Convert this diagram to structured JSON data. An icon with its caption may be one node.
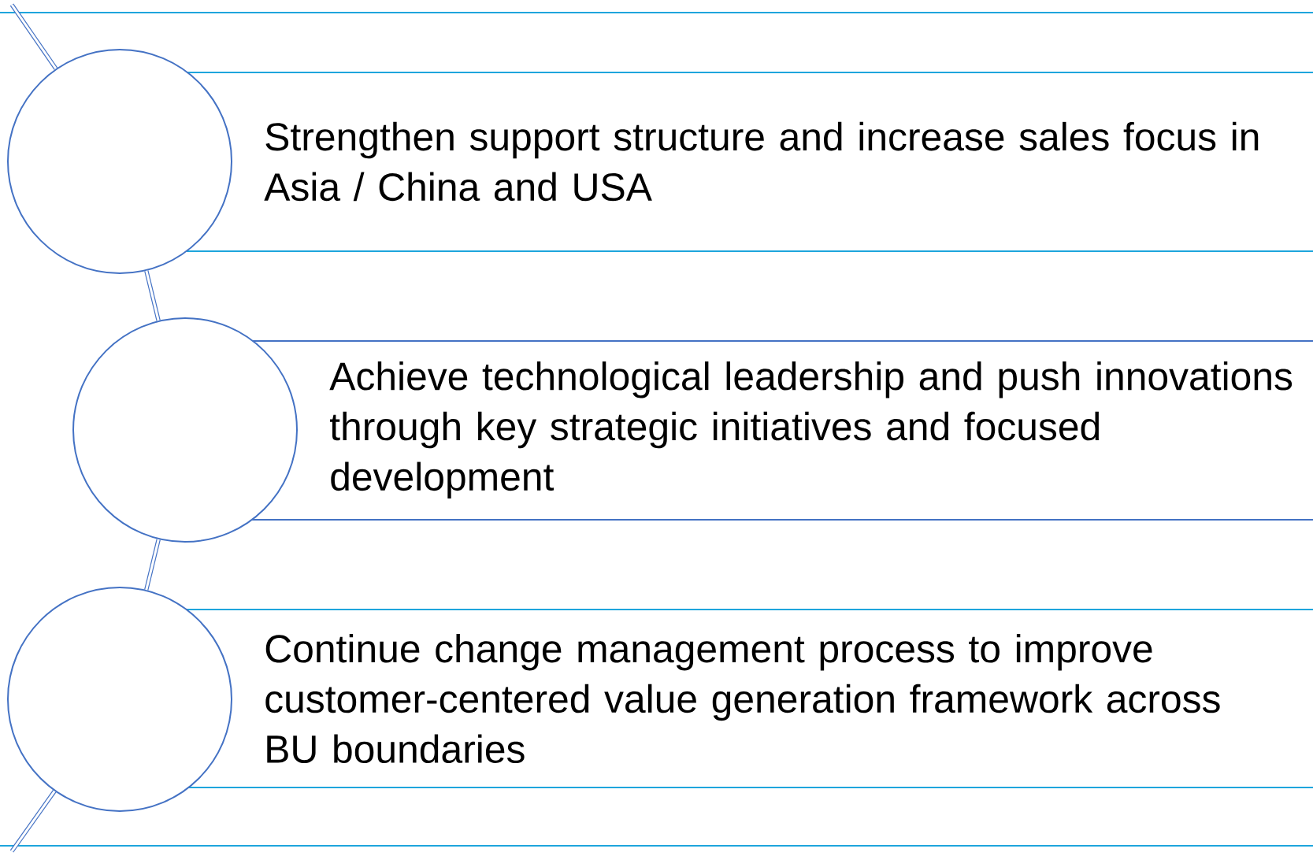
{
  "diagram": {
    "nodes": [
      {
        "text": [],
        "shape": "circle"
      },
      {
        "text": [
          "Strengthen support structure and increase sales focus in Asia / China and USA"
        ]
      },
      {
        "text": [],
        "shape": "circle"
      },
      {
        "text": [
          "Achieve technological leadership and push innovations through key strategic initiatives and focused development"
        ]
      },
      {
        "text": [],
        "shape": "circle"
      },
      {
        "text": [
          "Continue change management process to improve customer-centered value generation framework across BU boundaries"
        ]
      }
    ],
    "edges": [
      {
        "from": null,
        "to": 0,
        "arrow": "none"
      },
      {
        "from": 0,
        "to": 2,
        "arrow": "none"
      },
      {
        "from": 2,
        "to": 4,
        "arrow": "none"
      },
      {
        "from": 4,
        "to": null,
        "arrow": "none"
      }
    ]
  }
}
